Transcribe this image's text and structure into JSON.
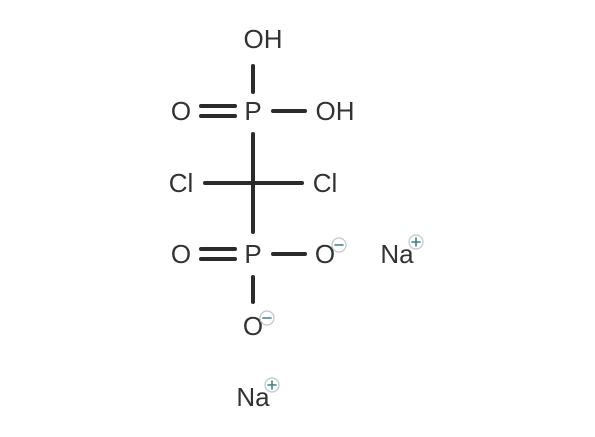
{
  "molecule": {
    "atoms": {
      "oh_top": "OH",
      "o_upper_left": "O",
      "p_upper": "P",
      "oh_right": "OH",
      "cl_left": "Cl",
      "cl_right": "Cl",
      "o_lower_left": "O",
      "p_lower": "P",
      "o_anion_right": "O",
      "o_anion_bottom": "O",
      "na_right": "Na",
      "na_bottom": "Na"
    },
    "colors": {
      "bond": "#2b2b2b",
      "label": "#333333",
      "charge": "#3f7f8c"
    }
  }
}
